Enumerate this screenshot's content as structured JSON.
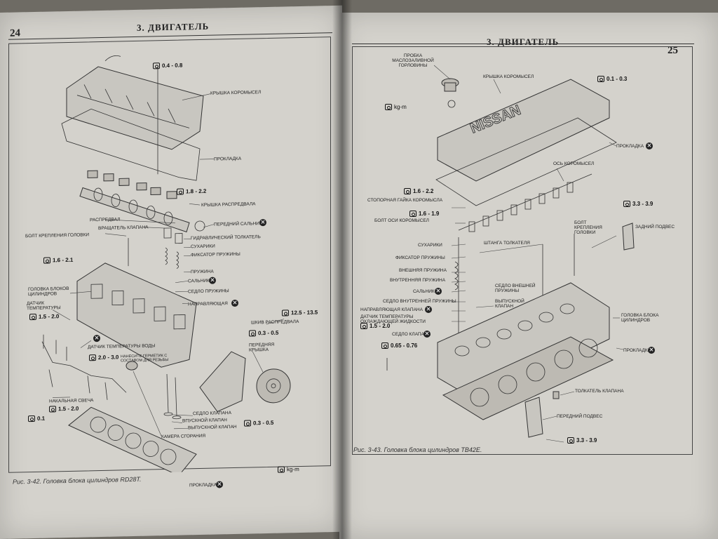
{
  "left_page": {
    "page_number": "24",
    "chapter": "3. ДВИГАТЕЛЬ",
    "caption": "Рис. 3-42. Головка блока цилиндров RD28T.",
    "unit_legend": "kg-m",
    "torques": [
      "0.4 - 0.8",
      "1.8 - 2.2",
      "1.6 - 2.1",
      "1.5 - 2.0",
      "2.0 - 3.0",
      "12.5 - 13.5",
      "0.3 - 0.5",
      "0.3 - 0.5",
      "1.5 - 2.0",
      "0.1"
    ],
    "labels": {
      "rocker_cover": "Крышка коромысел",
      "gasket": "Прокладка",
      "camshaft_cover": "Крышка распредвала",
      "camshaft": "Распредвал",
      "front_seal": "Передний сальник",
      "valve_rotator": "Вращатель клапана",
      "head_bolt": "Болт крепления головки",
      "hydraulic_lifter": "Гидравлический толкатель",
      "collets": "Сухарики",
      "spring_retainer": "Фиксатор пружины",
      "spring": "Пружина",
      "oil_seal": "Сальник",
      "spring_seat": "Седло пружины",
      "cylinder_head": "Головка блоков цилиндров",
      "temp_sensor": "Датчик температуры",
      "valve_guide": "Направляющая",
      "cam_pulley": "Шкив распредвала",
      "front_cover": "Передняя крышка",
      "water_temp_sensors": "Датчик температуры воды",
      "sealant_note": "Нанесите герметик с составом для резьбы",
      "glow_plug": "Накальная свеча",
      "valve_seat": "Седло клапана",
      "intake_valve": "Впускной клапан",
      "exhaust_valve": "Выпускной клапан",
      "combustion_chamber": "Камера сгорания",
      "head_gasket": "Прокладка"
    }
  },
  "right_page": {
    "page_number": "25",
    "chapter": "3. ДВИГАТЕЛЬ",
    "caption": "Рис. 3-43. Головка блока цилиндров TB42E.",
    "unit_legend": "kg-m",
    "brand": "NISSAN",
    "torques": [
      "0.1 - 0.3",
      "1.6 - 2.2",
      "1.6 - 1.9",
      "3.3 - 3.9",
      "1.5 - 2.0",
      "0.65 - 0.76",
      "3.3 - 3.9"
    ],
    "labels": {
      "filler_cap": "Пробка маслозаливной горловины",
      "rocker_cover": "Крышка коромысел",
      "gasket": "Прокладка",
      "rocker_shaft": "Ось коромысел",
      "rocker_nut": "Стопорная гайка коромысла",
      "rocker_bolt": "Болт оси коромысел",
      "rear_bracket_bolt": "Болт крепления головки",
      "rear_hanger": "Задний подвес",
      "collets": "Сухарики",
      "pushrod": "Штанга толкателя",
      "spring_retainer": "Фиксатор пружины",
      "outer_spring": "Внешняя пружина",
      "inner_spring": "Внутренняя пружина",
      "outer_spring_seat": "Седло внешней пружины",
      "oil_seal": "Сальник",
      "inner_spring_seat": "Седло внутренней пружины",
      "exhaust_valve": "Выпускной клапан",
      "valve_guide": "Направляющая клапана",
      "coolant_temp_sensor": "Датчик температуры охлаждающей жидкости",
      "cylinder_head": "Головка блока цилиндров",
      "valve_seat": "Седло клапана",
      "head_gasket": "Прокладка",
      "lifter": "Толкатель клапана",
      "front_hanger": "Передний подвес"
    }
  }
}
